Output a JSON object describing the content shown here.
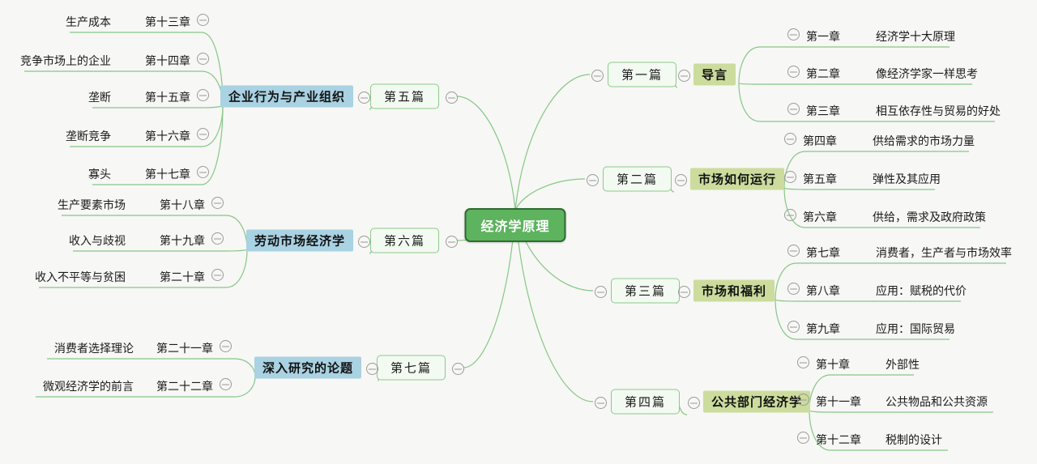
{
  "diagram": {
    "type": "mindmap",
    "title": "经济学原理",
    "background_color": "#f7f7f5",
    "root": {
      "label": "经济学原理",
      "fill": "#5eb35e",
      "border": "#2f6b30",
      "text_color": "#ffffff"
    },
    "colors": {
      "link": "#86c786",
      "olive_highlight": "#ccdc9d",
      "blue_highlight": "#a9d2e2",
      "pian_fill": "#f3faf1",
      "pian_border": "#8cc98c",
      "toggle": "#9a9a9a"
    },
    "icons": {
      "collapse": "minus-circle-icon"
    }
  },
  "branches": [
    {
      "side": "right",
      "part": "第一篇",
      "topic": "导言",
      "topic_style": "olive",
      "chapters": [
        {
          "num": "第一章",
          "title": "经济学十大原理"
        },
        {
          "num": "第二章",
          "title": "像经济学家一样思考"
        },
        {
          "num": "第三章",
          "title": "相互依存性与贸易的好处"
        }
      ]
    },
    {
      "side": "right",
      "part": "第二篇",
      "topic": "市场如何运行",
      "topic_style": "olive",
      "chapters": [
        {
          "num": "第四章",
          "title": "供给需求的市场力量"
        },
        {
          "num": "第五章",
          "title": "弹性及其应用"
        },
        {
          "num": "第六章",
          "title": "供给，需求及政府政策"
        }
      ]
    },
    {
      "side": "right",
      "part": "第三篇",
      "topic": "市场和福利",
      "topic_style": "olive",
      "chapters": [
        {
          "num": "第七章",
          "title": "消费者，生产者与市场效率"
        },
        {
          "num": "第八章",
          "title": "应用：赋税的代价"
        },
        {
          "num": "第九章",
          "title": "应用：国际贸易"
        }
      ]
    },
    {
      "side": "right",
      "part": "第四篇",
      "topic": "公共部门经济学",
      "topic_style": "olive",
      "chapters": [
        {
          "num": "第十章",
          "title": "外部性"
        },
        {
          "num": "第十一章",
          "title": "公共物品和公共资源"
        },
        {
          "num": "第十二章",
          "title": "税制的设计"
        }
      ]
    },
    {
      "side": "left",
      "part": "第五篇",
      "topic": "企业行为与产业组织",
      "topic_style": "blue",
      "chapters": [
        {
          "num": "第十三章",
          "title": "生产成本"
        },
        {
          "num": "第十四章",
          "title": "竞争市场上的企业"
        },
        {
          "num": "第十五章",
          "title": "垄断"
        },
        {
          "num": "第十六章",
          "title": "垄断竞争"
        },
        {
          "num": "第十七章",
          "title": "寡头"
        }
      ]
    },
    {
      "side": "left",
      "part": "第六篇",
      "topic": "劳动市场经济学",
      "topic_style": "blue",
      "chapters": [
        {
          "num": "第十八章",
          "title": "生产要素市场"
        },
        {
          "num": "第十九章",
          "title": "收入与歧视"
        },
        {
          "num": "第二十章",
          "title": "收入不平等与贫困"
        }
      ]
    },
    {
      "side": "left",
      "part": "第七篇",
      "topic": "深入研究的论题",
      "topic_style": "blue",
      "chapters": [
        {
          "num": "第二十一章",
          "title": "消费者选择理论"
        },
        {
          "num": "第二十二章",
          "title": "微观经济学的前言"
        }
      ]
    }
  ]
}
